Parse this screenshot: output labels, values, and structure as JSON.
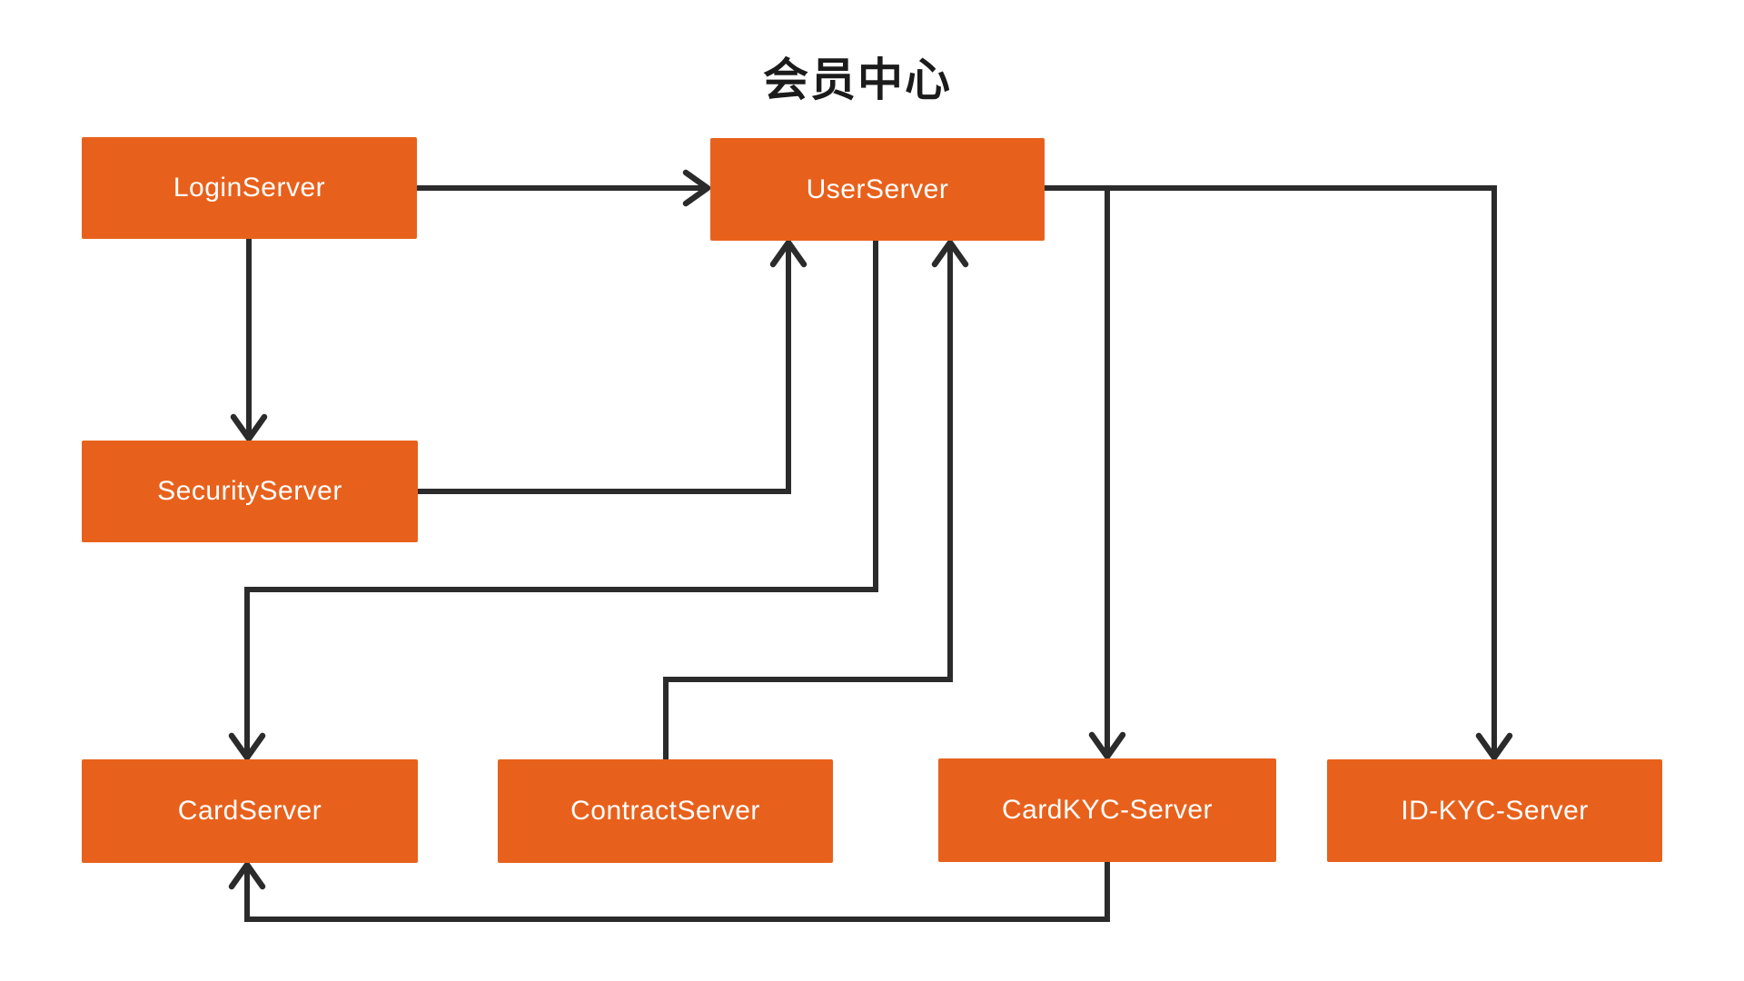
{
  "diagram": {
    "title": "会员中心",
    "nodes": [
      {
        "id": "login",
        "label": "LoginServer"
      },
      {
        "id": "user",
        "label": "UserServer"
      },
      {
        "id": "security",
        "label": "SecurityServer"
      },
      {
        "id": "card",
        "label": "CardServer"
      },
      {
        "id": "contract",
        "label": "ContractServer"
      },
      {
        "id": "cardkyc",
        "label": "CardKYC-Server"
      },
      {
        "id": "idkyc",
        "label": "ID-KYC-Server"
      }
    ],
    "edges": [
      {
        "from": "LoginServer",
        "to": "UserServer"
      },
      {
        "from": "LoginServer",
        "to": "SecurityServer"
      },
      {
        "from": "SecurityServer",
        "to": "UserServer"
      },
      {
        "from": "UserServer",
        "to": "CardServer"
      },
      {
        "from": "ContractServer",
        "to": "UserServer"
      },
      {
        "from": "UserServer",
        "to": "CardKYC-Server"
      },
      {
        "from": "UserServer",
        "to": "ID-KYC-Server"
      },
      {
        "from": "CardKYC-Server",
        "to": "CardServer"
      }
    ],
    "colors": {
      "node_fill": "#E8611C",
      "node_text": "#FFFFFF",
      "line": "#2B2B2B",
      "title_text": "#1B1B1B",
      "background": "#FFFFFF"
    }
  }
}
